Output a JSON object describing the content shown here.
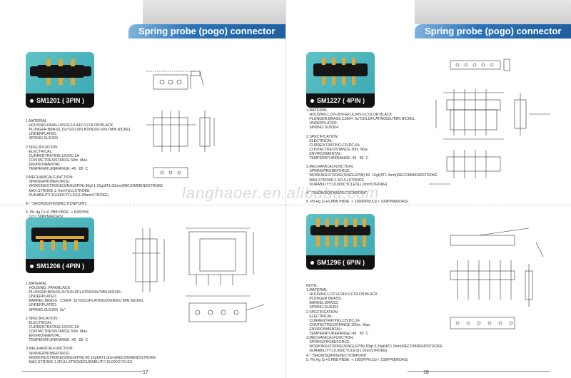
{
  "header_title": "Spring probe (pogo) connector",
  "watermark": "langhaoer.en.alibaba.com",
  "pages": {
    "left_number": "17",
    "right_number": "18"
  },
  "products": {
    "sm1201": {
      "label": "SM1201 ( 3PIN )",
      "spec": "1.MATERIAL\n   HOUSING:PA46+15%GF,UL94V-0,COLOR:BLACK\n   PLUNGER:BRASS,15u\"GOLDPLATING50-100u\"MIN.NICKEL\n   UNDERPLATED.\n   SPRING:SUS304\n\n2.SPECIFICATION:\n   ELECTRICAL:\n   CURRENTRATING:12VDC,1A\n   CONTACTRESISTANCE 50m  Max.\n   ENVIRONMENTAL:\n   TEMPERATURERANGE:-40   85  C\n\n3.MECHANICALFUNCTION:\n   SPRINGPROBEFORCE:\n   WORKINGSTROKE(SINGLEPIN):80gf,1.20g(AT1.00mm)RECOMMENDSTROKE\n   MAX.STROKE:1.7mmFULLSTROKE\n   DURABILITY:10,000CYCLES(1.00mmSTROKE)\n\n4.\" \"SHOWSQIFINSPECTIONPOINT.\n\n5. Pb Hg Cr+6 PBB PBDE  < 500PPM,\n   Cd < 50PPM(ROHS)"
    },
    "sm1206": {
      "label": "SM1206 ( 4PIN )",
      "spec": "1.MATERIAL\n   HOUSING: PA46/BLACK\n   PLUNGER:BRASS,3u\"GOLDPLATING50u\"MIN.NICKEL\n   UNDERPLATED.\n   BARREL:BRASS   C3604  3u\"GOLDPLATINGOVER50u\"MIN.NICKEL\n   UNDERPLATED.\n   SPRING:SUS304  3u\"\n\n2.SPECIFICATION:\n   ELECTRICAL:\n   CURRENTRATING:12VDC,2A\n   CONTACTRESISTANCE 50m  Max.\n   ENVIRONMENTAL:\n   TEMPERATURERANGE:-40   85  C\n\n3.MECHANICALFUNCTION:\n   SPRINGPROBEFORCE:\n   WORKINGSTROKE(SINGLEPIN):80 10gf(AT1.0mm)RECOMMENDSTROKE\n   MAX.STROKE:1.2FULLSTROKEDURABILITY:10,000CYCLES"
    },
    "sm1227": {
      "label": "SM1227 ( 4PIN )",
      "spec": "1.MATERIAL\n   HOUSING:LCP+30%GF,UL94V-0,COLOR:BLACK\n   PLUNGER:BRASS,C3604  3u\"GOLDPLATING50u\"MIN.NICKEL\n   UNDERPLATED.\n   SPRING:SUS304\n\n2.SPECIFICATION:\n   ELECTRICAL:\n   CURRENTRATING:12VDC,6A\n   CONTACTRESISTANCE 30m  Max.\n   ENVIRONMENTAL:\n   TEMPERATURERANGE:-40   85  C\n\n3.MECHANICALFUNCTION:\n   SPRINGPROBEFORCE:\n   WORKINGSTROKE(SINGLEPIN):50  10gf(AT1.0mm)RECOMMENDSTROKE\n   MAX.STROKE:1.5FULLSTROKE\n   DURABILITY:10,000CYCLES(1.0mmSTROKE)\n\n4.\" \"SHOWSQIFINSPECTIONPOINT.\n\n5. Pb Hg Cr+6 PBB PBDE  < 1000PPM,Cd < 100PPM(ROHS)"
    },
    "sm1296": {
      "label": "SM1296 ( 6PIN )",
      "spec": "NOTE:\n1.MATERIAL\n   HOUSING:LCP UL94V-0,COLOR:BLACK\n   PLUNGER:BRASS,\n   BARREL:BRASS,\n   SPRING:SUS304\n2.SPECIFICATION:\n   ELECTRICAL:\n   CURRENTRATING:12VDC,1A\n   CONTACTRESISTANCE 200m  Max.\n   ENVIRONMENTAL:\n   TEMPERATURERANGE:-40   85  C\n3.MECHANICALFUNCTION:\n   SPRINGPROBEFORCE:\n   WORKINGSTROKE(SINGLEPIN):50gf,3.25gf(AT1.0mm)RECOMMENDSTROKE\n   DURABILITY:10,000CYCLES(1.0mmSTROKE)\n4.\" \"SHOWSQIFINSPECTIONPOINT.\n5. Pb Hg Cr+6 PBB PBDE  < 1000PPM,Cd < 100PPM(ROHS)"
    }
  },
  "colors": {
    "banner": "#2b73b8",
    "product_bg": "#4bb4bb",
    "housing": "#151515",
    "pin_gold": "#d9a93a"
  }
}
